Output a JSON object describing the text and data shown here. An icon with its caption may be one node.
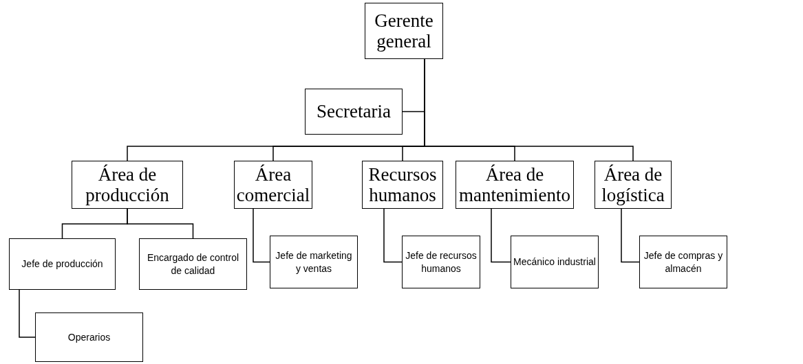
{
  "diagram": {
    "nodes": [
      {
        "text": [
          "Gerente general"
        ]
      },
      {
        "text": [
          "Secretaria"
        ]
      },
      {
        "text": [
          "Área de producción"
        ]
      },
      {
        "text": [
          "Área comercial"
        ]
      },
      {
        "text": [
          "Recursos humanos"
        ]
      },
      {
        "text": [
          "Área de mantenimiento"
        ]
      },
      {
        "text": [
          "Área de logística"
        ]
      },
      {
        "text": [
          "Jefe de producción"
        ]
      },
      {
        "text": [
          "Encargado de control de calidad"
        ]
      },
      {
        "text": [
          "Jefe de marketing y ventas"
        ]
      },
      {
        "text": [
          "Jefe de recursos humanos"
        ]
      },
      {
        "text": [
          "Mecánico industrial"
        ]
      },
      {
        "text": [
          "Jefe de compras y almacén"
        ]
      },
      {
        "text": [
          "Operarios"
        ]
      }
    ],
    "edges": [
      {
        "from": 0,
        "to": 1,
        "arrow": "none"
      },
      {
        "from": 0,
        "to": 2,
        "arrow": "none"
      },
      {
        "from": 0,
        "to": 3,
        "arrow": "none"
      },
      {
        "from": 0,
        "to": 4,
        "arrow": "none"
      },
      {
        "from": 0,
        "to": 5,
        "arrow": "none"
      },
      {
        "from": 0,
        "to": 6,
        "arrow": "none"
      },
      {
        "from": 2,
        "to": 7,
        "arrow": "none"
      },
      {
        "from": 2,
        "to": 8,
        "arrow": "none"
      },
      {
        "from": 3,
        "to": 9,
        "arrow": "none"
      },
      {
        "from": 4,
        "to": 10,
        "arrow": "none"
      },
      {
        "from": 5,
        "to": 11,
        "arrow": "none"
      },
      {
        "from": 6,
        "to": 12,
        "arrow": "none"
      },
      {
        "from": 7,
        "to": 13,
        "arrow": "none"
      }
    ]
  }
}
